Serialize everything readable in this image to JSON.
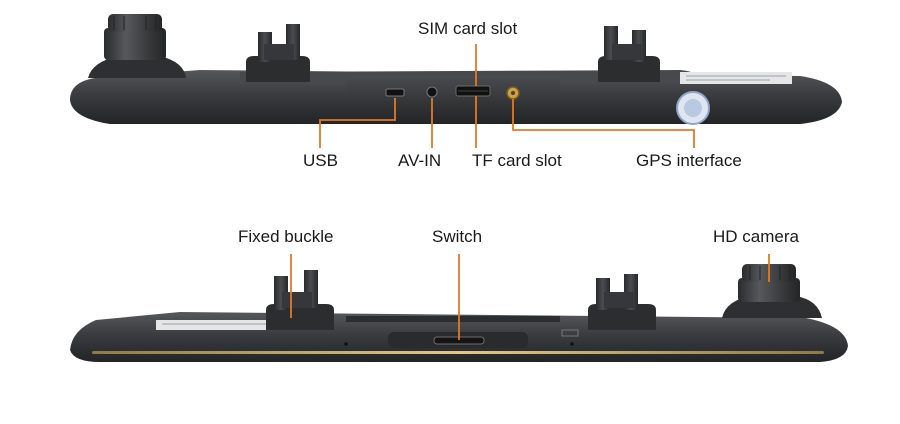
{
  "figure": {
    "callout_color": "#e07a2a",
    "device_color": "#3a3b3d",
    "trim_color": "#c9b27a"
  },
  "labels": {
    "top": {
      "sim_card_slot": "SIM card slot",
      "usb": "USB",
      "av_in": "AV-IN",
      "tf_card_slot": "TF card slot",
      "gps_interface": "GPS interface"
    },
    "bottom": {
      "fixed_buckle": "Fixed buckle",
      "switch": "Switch",
      "hd_camera": "HD camera"
    }
  }
}
